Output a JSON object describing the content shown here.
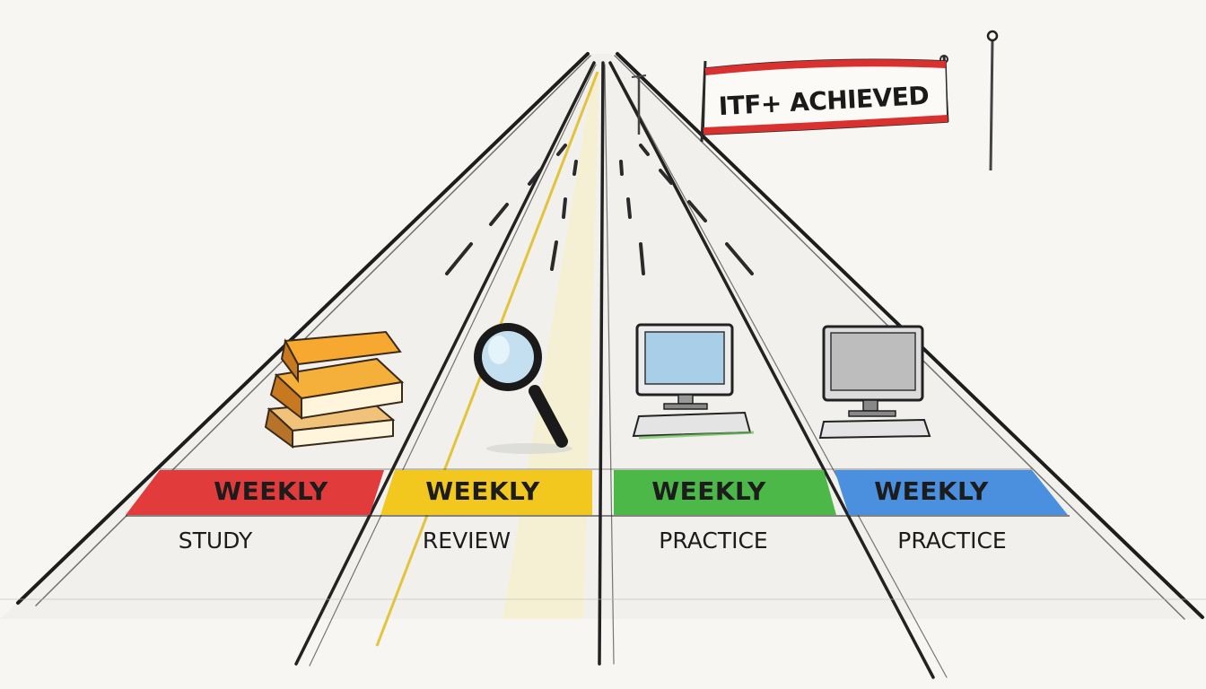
{
  "banner": {
    "text": "ITF+ ACHIEVED"
  },
  "lanes": [
    {
      "band": "WEEKLY",
      "label": "STUDY",
      "color": "#e23b3b",
      "icon": "book-stack-icon"
    },
    {
      "band": "WEEKLY",
      "label": "REVIEW",
      "color": "#f2c81f",
      "icon": "magnifier-icon"
    },
    {
      "band": "WEEKLY",
      "label": "PRACTICE",
      "color": "#4cb848",
      "icon": "computer-icon"
    },
    {
      "band": "WEEKLY",
      "label": "PRACTICE",
      "color": "#4a90de",
      "icon": "computer-icon"
    }
  ]
}
